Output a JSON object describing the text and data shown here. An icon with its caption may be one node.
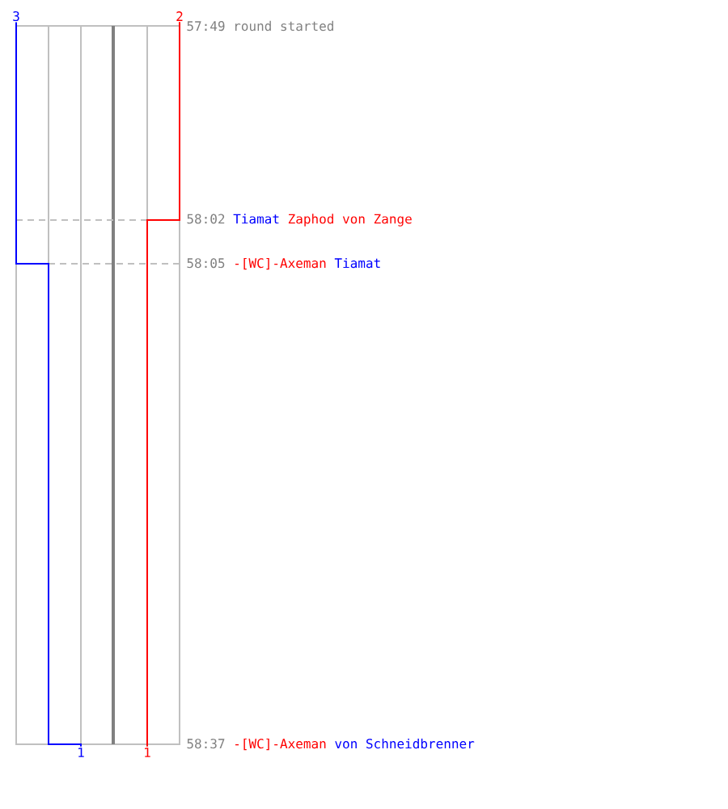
{
  "diagram": {
    "nodes": [
      {
        "text": [
          "3"
        ]
      },
      {
        "text": [
          "2"
        ]
      },
      {
        "text": [
          "1"
        ]
      },
      {
        "text": [
          "1"
        ]
      }
    ],
    "edges": [
      {
        "from": 0,
        "to": 2,
        "arrow": "none",
        "color": "#0000ff"
      },
      {
        "from": 1,
        "to": 3,
        "arrow": "none",
        "color": "#ff0000"
      }
    ],
    "labels": [
      "57:49 round started",
      "58:02",
      "Tiamat",
      "Zaphod von Zange",
      "58:05",
      "-[WC]-Axeman",
      "Tiamat",
      "58:37",
      "-[WC]-Axeman",
      "von Schneidbrenner"
    ]
  }
}
